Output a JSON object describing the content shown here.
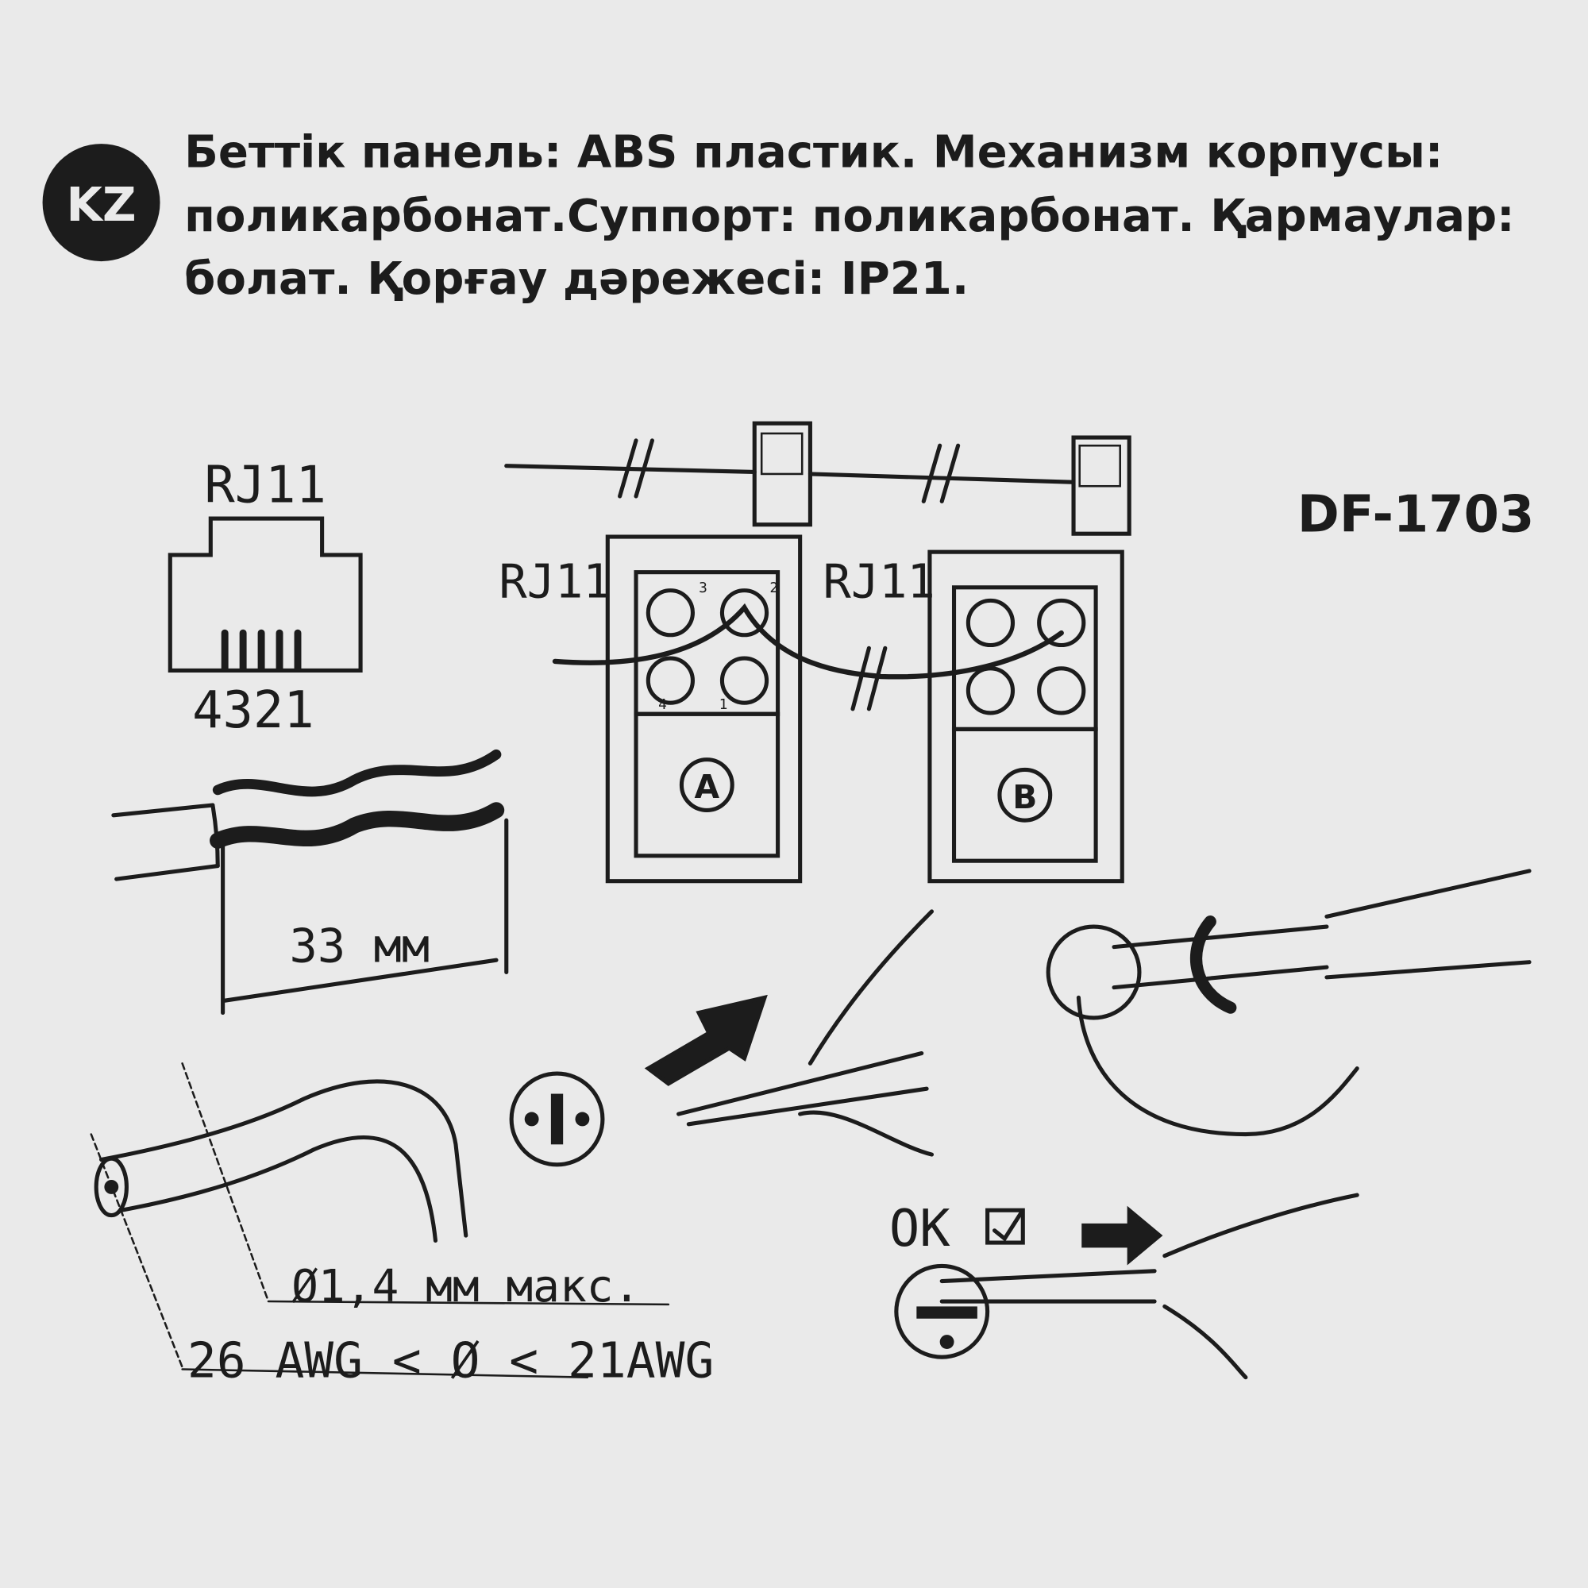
{
  "language_badge": "KZ",
  "description_lines": [
    "Беттік панель: ABS пластик. Механизм корпусы:",
    "поликарбонат.Суппорт: поликарбонат. Қармаулар:",
    "болат. Қорғау дәрежесі: IP21."
  ],
  "model": "DF-1703",
  "connector": {
    "label": "RJ11",
    "pins": "4321"
  },
  "strip_length": "33 мм",
  "socket_labels": {
    "left": "RJ11",
    "right": "RJ11",
    "a": "A",
    "b": "B"
  },
  "terminal_numbers": [
    "3",
    "2",
    "4",
    "1"
  ],
  "wire_diameter": "Ø1,4 мм макс.",
  "awg_range": "26 AWG < Ø < 21AWG",
  "ok_label": "OK",
  "ink_color": "#1c1c1c",
  "paper_color": "#eaeaea"
}
